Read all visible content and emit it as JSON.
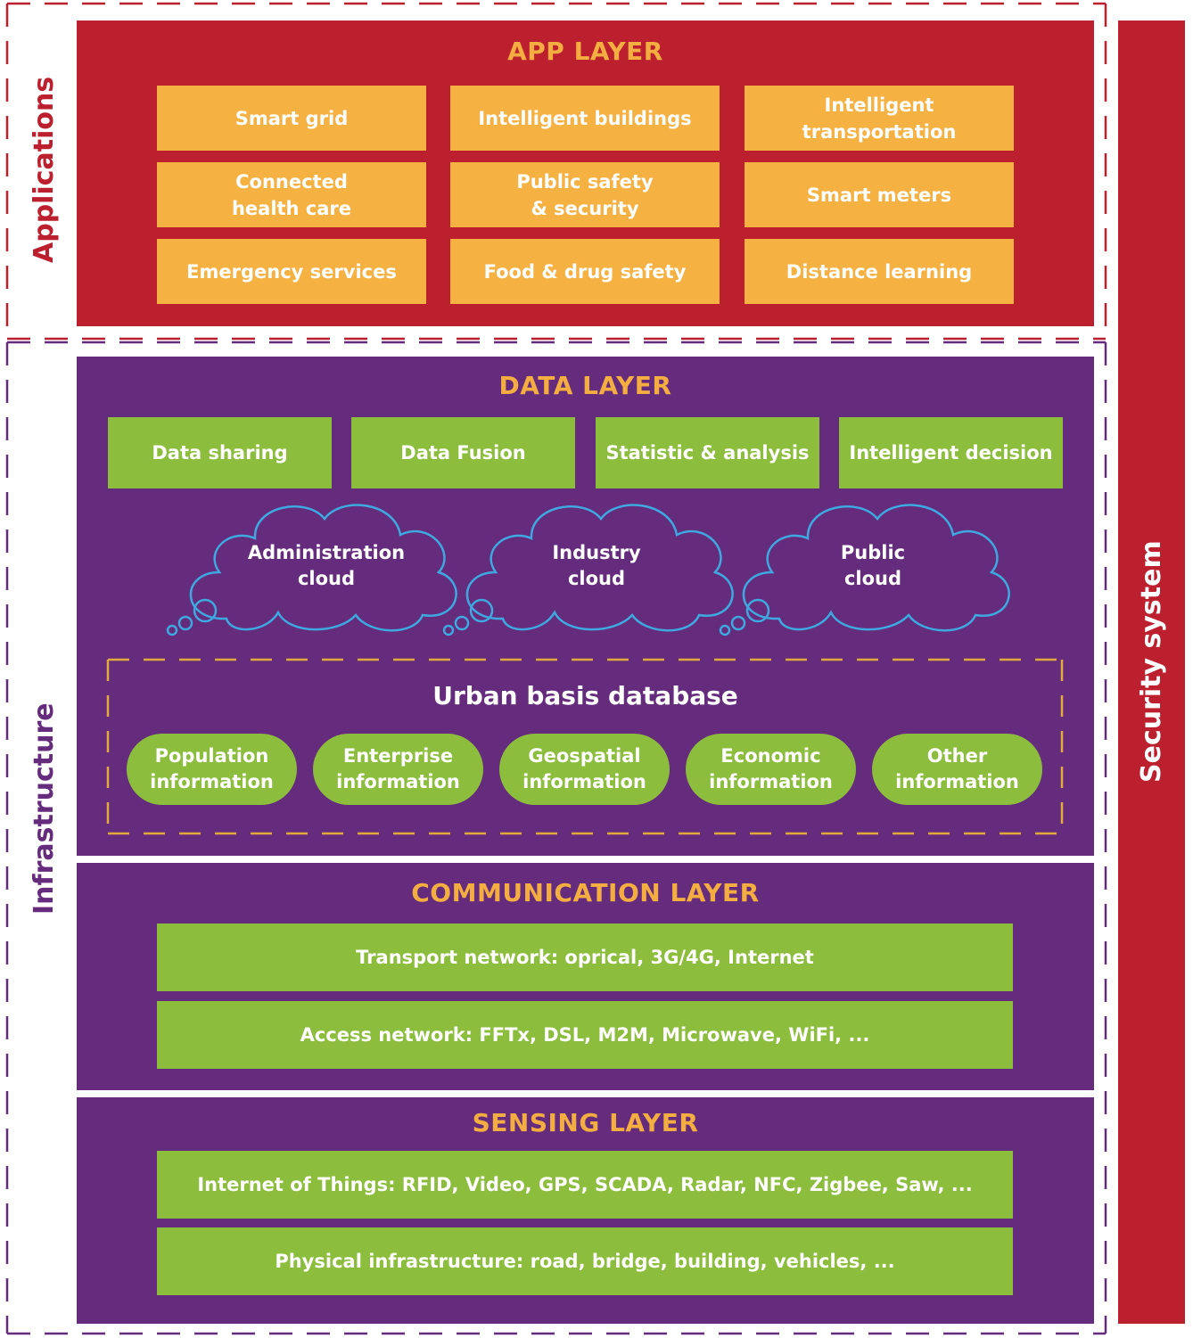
{
  "colors": {
    "app_red": "#bc1f2d",
    "infra_purple": "#652b7d",
    "orange": "#f6b143",
    "title_orange": "#f3ad40",
    "green": "#8cbd3d",
    "cloud_blue": "#3ea8df"
  },
  "side_labels": {
    "applications": "Applications",
    "infrastructure": "Infrastructure",
    "security": "Security system"
  },
  "app_layer": {
    "title": "APP LAYER",
    "items": [
      "Smart grid",
      "Intelligent buildings",
      "Intelligent\ntransportation",
      "Connected\nhealth care",
      "Public safety\n& security",
      "Smart meters",
      "Emergency services",
      "Food & drug safety",
      "Distance learning"
    ]
  },
  "data_layer": {
    "title": "DATA LAYER",
    "functions": [
      "Data sharing",
      "Data Fusion",
      "Statistic & analysis",
      "Intelligent decision"
    ],
    "clouds": [
      "Administration\ncloud",
      "Industry\ncloud",
      "Public\ncloud"
    ],
    "database": {
      "title": "Urban basis database",
      "items": [
        "Population\ninformation",
        "Enterprise\ninformation",
        "Geospatial\ninformation",
        "Economic\ninformation",
        "Other\ninformation"
      ]
    }
  },
  "communication_layer": {
    "title": "COMMUNICATION LAYER",
    "rows": [
      "Transport network: oprical, 3G/4G, Internet",
      "Access network: FFTx, DSL, M2M, Microwave, WiFi, ..."
    ]
  },
  "sensing_layer": {
    "title": "SENSING LAYER",
    "rows": [
      "Internet of Things: RFID, Video, GPS, SCADA, Radar, NFC, Zigbee, Saw, ...",
      "Physical infrastructure: road, bridge, building, vehicles, ..."
    ]
  }
}
